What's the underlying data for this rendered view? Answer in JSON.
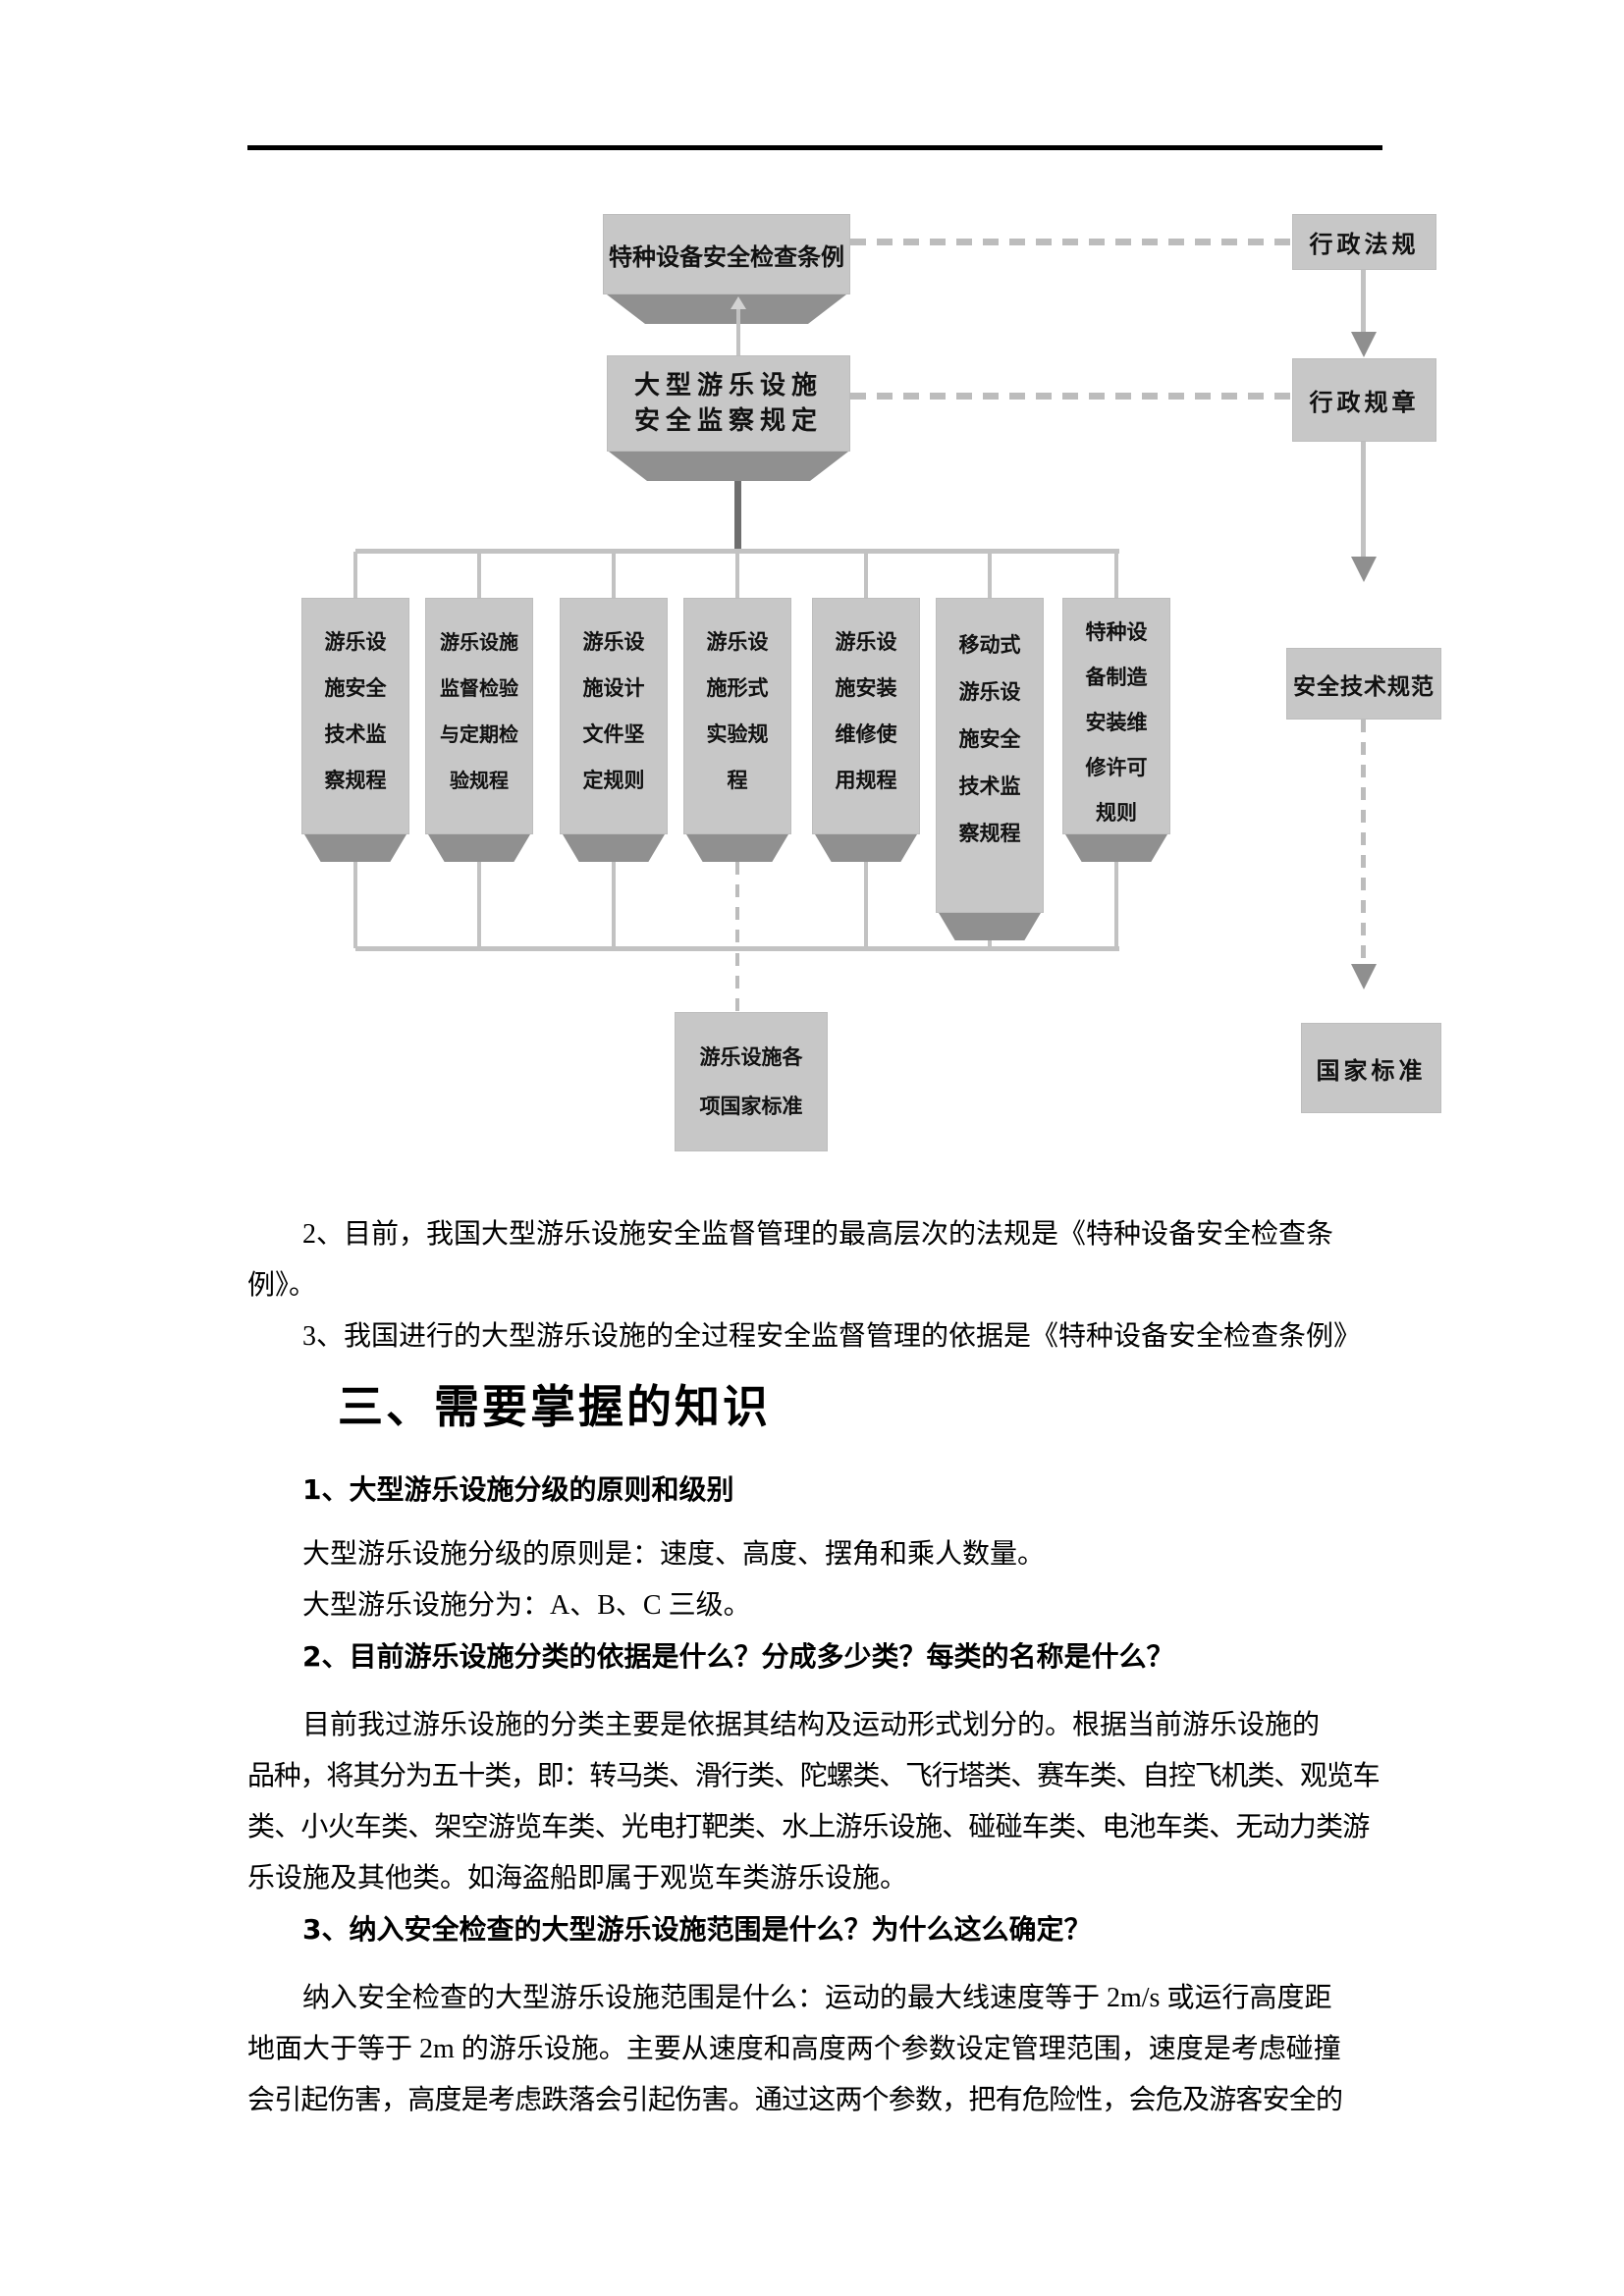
{
  "diagram": {
    "law_box": "特种设备安全检查条例",
    "regulation_box": [
      "大型游乐设施",
      "安全监察规定"
    ],
    "row_boxes": [
      {
        "lines": [
          "游乐设",
          "施安全",
          "技术监",
          "察规程"
        ]
      },
      {
        "lines": [
          "游乐设施",
          "监督检验",
          "与定期检",
          "验规程"
        ]
      },
      {
        "lines": [
          "游乐设",
          "施设计",
          "文件坚",
          "定规则"
        ]
      },
      {
        "lines": [
          "游乐设",
          "施形式",
          "实验规",
          "程"
        ]
      },
      {
        "lines": [
          "游乐设",
          "施安装",
          "维修使",
          "用规程"
        ]
      },
      {
        "lines": [
          "移动式",
          "游乐设",
          "施安全",
          "技术监",
          "察规程"
        ]
      },
      {
        "lines": [
          "特种设",
          "备制造",
          "安装维",
          "修许可",
          "规则"
        ]
      }
    ],
    "standards_box": [
      "游乐设施各",
      "项国家标准"
    ],
    "right_column": [
      "行政法规",
      "行政规章",
      "安全技术规范",
      "国家标准"
    ],
    "colors": {
      "box_fill": "#c7c7c7",
      "box_shadow": "#909090",
      "line_light": "#c2c2c2",
      "line_dark": "#6e6e6e",
      "dash": "#bcbcbc"
    }
  },
  "text": {
    "p2_l1": "2、目前，我国大型游乐设施安全监督管理的最高层次的法规是《特种设备安全检查条",
    "p2_l2": "例》。",
    "p3": "3、我国进行的大型游乐设施的全过程安全监督管理的依据是《特种设备安全检查条例》",
    "h2": "三、需要掌握的知识",
    "h3_1": "1、大型游乐设施分级的原则和级别",
    "p4": "大型游乐设施分级的原则是：速度、高度、摆角和乘人数量。",
    "p5": "大型游乐设施分为：A、B、C 三级。",
    "h3_2": "2、目前游乐设施分类的依据是什么？分成多少类？每类的名称是什么？",
    "p6_l1": "目前我过游乐设施的分类主要是依据其结构及运动形式划分的。根据当前游乐设施的",
    "p6_l2": "品种，将其分为五十类，即：转马类、滑行类、陀螺类、飞行塔类、赛车类、自控飞机类、观览车",
    "p6_l3": "类、小火车类、架空游览车类、光电打靶类、水上游乐设施、碰碰车类、电池车类、无动力类游",
    "p6_l4": "乐设施及其他类。如海盗船即属于观览车类游乐设施。",
    "h3_3": "3、纳入安全检查的大型游乐设施范围是什么？为什么这么确定？",
    "p7_l1": "纳入安全检查的大型游乐设施范围是什么：运动的最大线速度等于 2m/s 或运行高度距",
    "p7_l2": "地面大于等于 2m 的游乐设施。主要从速度和高度两个参数设定管理范围，速度是考虑碰撞",
    "p7_l3": "会引起伤害，高度是考虑跌落会引起伤害。通过这两个参数，把有危险性，会危及游客安全的"
  }
}
